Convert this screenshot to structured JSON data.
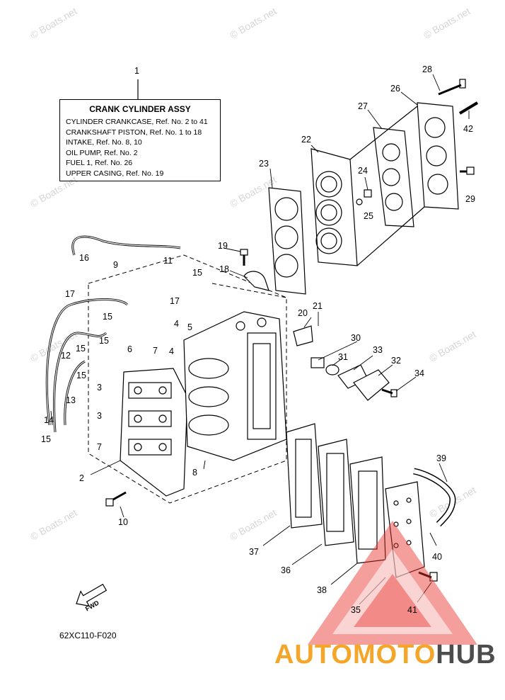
{
  "watermarks": [
    "© Boats.net",
    "© Boats.net",
    "© Boats.net",
    "© Boats.net",
    "© Boats.net",
    "© Boats.net",
    "© Boats.net",
    "© Boats.net",
    "© Boats.net",
    "© Boats.net"
  ],
  "legend": {
    "ref": "1",
    "title": "CRANK CYLINDER ASSY",
    "lines": [
      "CYLINDER CRANKCASE,  Ref. No. 2 to 41",
      "CRANKSHAFT PISTON,  Ref. No. 1 to 18",
      "INTAKE,  Ref. No. 8, 10",
      "OIL PUMP,  Ref. No. 2",
      "FUEL 1,  Ref. No. 26",
      "UPPER CASING,  Ref. No. 19"
    ]
  },
  "callouts": [
    "28",
    "26",
    "27",
    "42",
    "22",
    "23",
    "24",
    "25",
    "29",
    "19",
    "18",
    "16",
    "9",
    "11",
    "15",
    "17",
    "15",
    "17",
    "4",
    "5",
    "15",
    "6",
    "12",
    "15",
    "15",
    "3",
    "13",
    "4",
    "7",
    "3",
    "14",
    "15",
    "7",
    "2",
    "8",
    "10",
    "20",
    "21",
    "30",
    "31",
    "33",
    "32",
    "34",
    "39",
    "40",
    "37",
    "36",
    "38",
    "35",
    "41"
  ],
  "fwd_label": "FWD",
  "diagram_code": "62XC110-F020",
  "brand": {
    "part1": "AUTO",
    "part2": "MOTO",
    "part3": "HUB"
  },
  "colors": {
    "logo_red": "#e8322c",
    "brand_orange": "#f4a62a",
    "brand_gray": "#4d4d4d",
    "watermark": "#d6d6d6"
  }
}
